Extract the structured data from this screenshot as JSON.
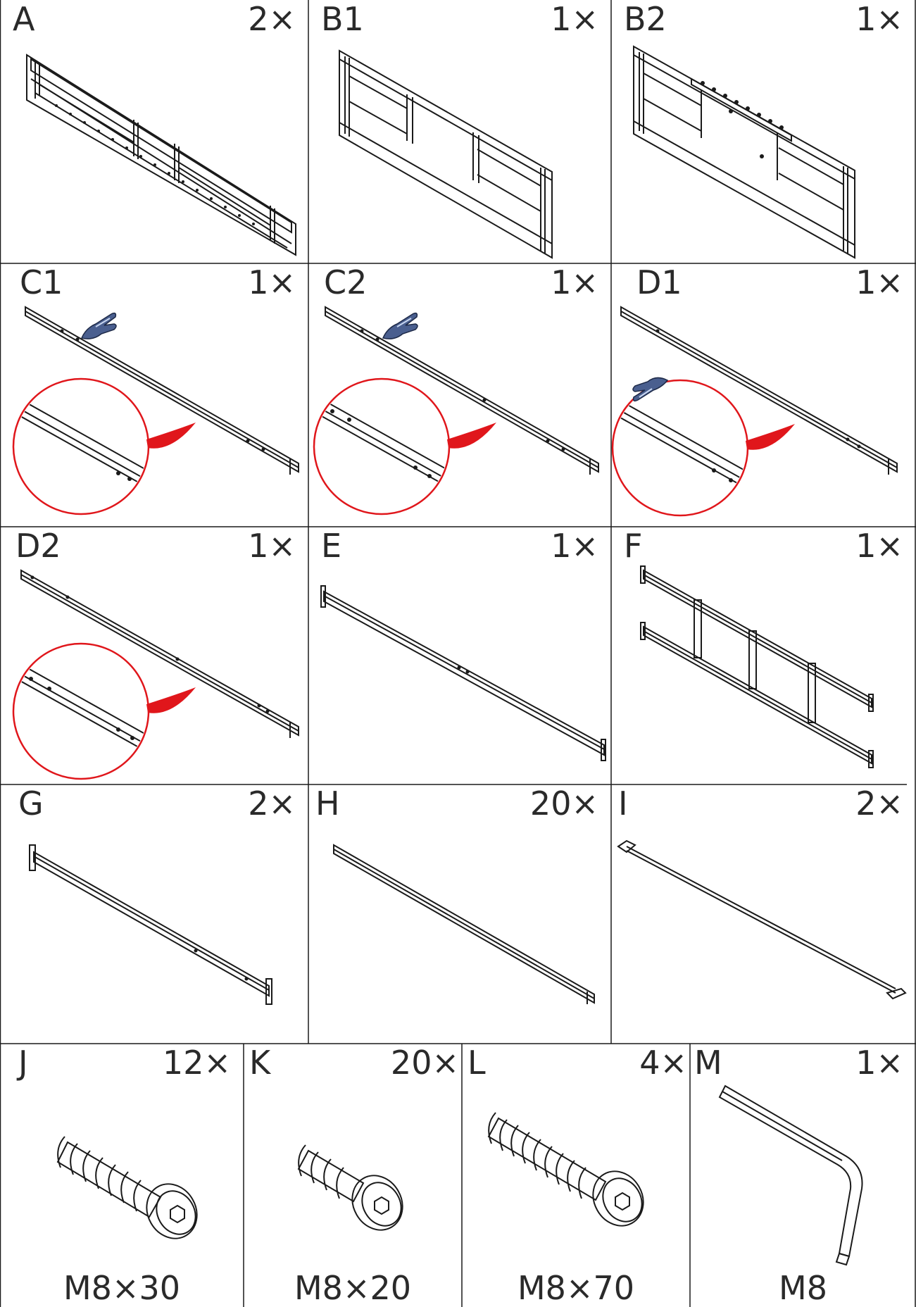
{
  "parts": [
    {
      "letter": "A",
      "qty": "2×",
      "kind": "side-panel"
    },
    {
      "letter": "B1",
      "qty": "1×",
      "kind": "end-panel"
    },
    {
      "letter": "B2",
      "qty": "1×",
      "kind": "end-panel-drilled"
    },
    {
      "letter": "C1",
      "qty": "1×",
      "kind": "rail-with-detail",
      "icon": "pointing-hand-icon"
    },
    {
      "letter": "C2",
      "qty": "1×",
      "kind": "rail-with-detail",
      "icon": "pointing-hand-icon"
    },
    {
      "letter": "D1",
      "qty": "1×",
      "kind": "rail-with-detail",
      "icon": "pointing-hand-icon"
    },
    {
      "letter": "D2",
      "qty": "1×",
      "kind": "rail-with-detail"
    },
    {
      "letter": "E",
      "qty": "1×",
      "kind": "long-bar"
    },
    {
      "letter": "F",
      "qty": "1×",
      "kind": "ladder-frame"
    },
    {
      "letter": "G",
      "qty": "2×",
      "kind": "long-bar"
    },
    {
      "letter": "H",
      "qty": "20×",
      "kind": "slat"
    },
    {
      "letter": "I",
      "qty": "2×",
      "kind": "flat-bar"
    }
  ],
  "hardware": [
    {
      "letter": "J",
      "qty": "12×",
      "spec": "M8×30",
      "kind": "bolt"
    },
    {
      "letter": "K",
      "qty": "20×",
      "spec": "M8×20",
      "kind": "bolt"
    },
    {
      "letter": "L",
      "qty": "4×",
      "spec": "M8×70",
      "kind": "bolt"
    },
    {
      "letter": "M",
      "qty": "1×",
      "spec": "M8",
      "kind": "hex-key"
    }
  ],
  "colors": {
    "line": "#1a1a1a",
    "detail_circle": "#e0161b",
    "hand": "#4a5f8f"
  }
}
